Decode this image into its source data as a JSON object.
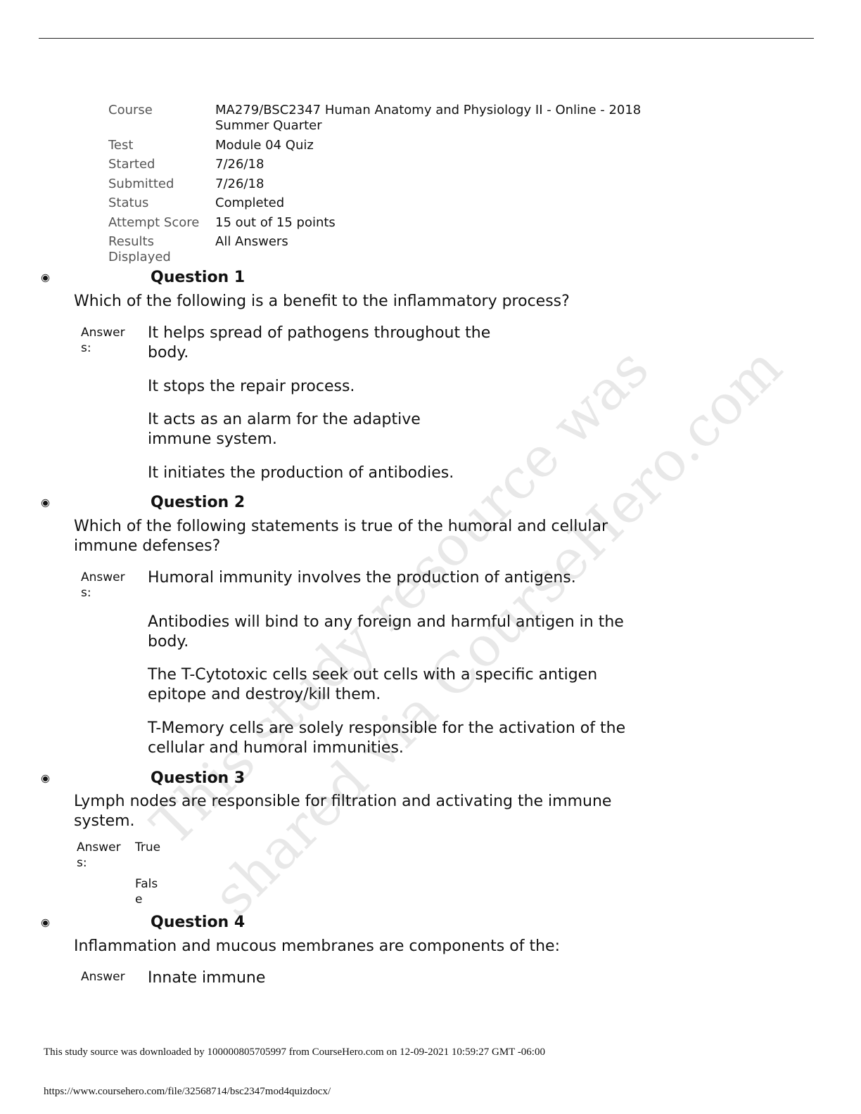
{
  "header": {
    "rule": true
  },
  "meta": {
    "rows": [
      {
        "label": "Course",
        "value": "MA279/BSC2347 Human Anatomy and Physiology II - Online - 2018 Summer Quarter"
      },
      {
        "label": "Test",
        "value": "Module 04 Quiz"
      },
      {
        "label": "Started",
        "value": "7/26/18"
      },
      {
        "label": "Submitted",
        "value": "7/26/18"
      },
      {
        "label": "Status",
        "value": "Completed"
      },
      {
        "label": "Attempt Score",
        "value": "15 out of 15 points"
      },
      {
        "label": "Results Displayed",
        "value": "All Answers"
      }
    ]
  },
  "questions": [
    {
      "title": "Question 1",
      "text": "Which of the following is a benefit to the inflammatory process?",
      "answers_label": "Answers:",
      "options": [
        "It helps spread of pathogens throughout the body.",
        "It stops the repair process.",
        "It acts as an alarm for the adaptive immune system.",
        "It initiates the production of antibodies."
      ]
    },
    {
      "title": "Question 2",
      "text": "Which of the following statements is true of the humoral and cellular immune defenses?",
      "answers_label": "Answers:",
      "options": [
        "Humoral immunity involves the production of antigens.",
        "Antibodies will bind to any foreign and harmful antigen in the body.",
        "The T-Cytotoxic cells seek out cells with a specific antigen epitope and destroy/kill them.",
        "T-Memory cells are solely responsible for the activation of the cellular and humoral immunities."
      ]
    },
    {
      "title": "Question 3",
      "text": "Lymph nodes are responsible for filtration and activating the immune system.",
      "answers_label": "Answers:",
      "options": [
        "True",
        "False"
      ]
    },
    {
      "title": "Question 4",
      "text": "Inflammation and mucous membranes are components of the:",
      "answers_label": "Answer",
      "options": [
        "Innate immune"
      ]
    }
  ],
  "watermark": {
    "line1": "This study resource was",
    "line2": "shared via CourseHero.com"
  },
  "footer": {
    "download_notice": "This study source was downloaded by 100000805705997 from CourseHero.com on 12-09-2021 10:59:27 GMT -06:00",
    "url": "https://www.coursehero.com/file/32568714/bsc2347mod4quizdocx/"
  }
}
